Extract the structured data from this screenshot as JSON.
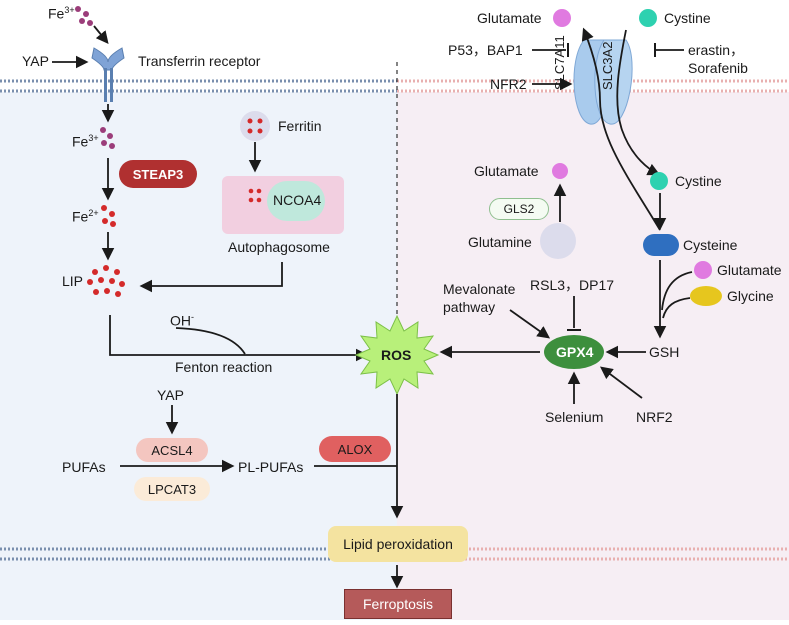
{
  "colors": {
    "left_panel_bg": "#eef3fa",
    "right_panel_bg": "#f6eef4",
    "membrane_left": "#7a8fae",
    "membrane_right": "#e8b0b0",
    "fe3_dot": "#9b3d7a",
    "fe2_dot": "#d42a2a",
    "steap3": "#b03030",
    "ferritin_bg": "#dcdcec",
    "autophagosome": "#f2cfe0",
    "ncoa4": "#bfe8dc",
    "ros_star": "#b8f07a",
    "gpx4": "#3d8f3d",
    "cystine_dot": "#2ed1b0",
    "glutamate_dot": "#e07ae0",
    "cysteine": "#2f6fc0",
    "glycine": "#e6c61e",
    "glutamine_dot": "#dcdcec",
    "gls2_border": "#8fbf8f",
    "acsl4": "#f4c6c0",
    "lpcat3": "#fbebd8",
    "alox": "#e06060",
    "lipid_box": "#f4e3a0",
    "ferroptosis_box": "#b55a5a"
  },
  "labels": {
    "fe3_top": "Fe",
    "fe3_top_sup": "3+",
    "yap_top": "YAP",
    "transferrin_receptor": "Transferrin receptor",
    "fe3_inner": "Fe",
    "fe3_inner_sup": "3+",
    "steap3": "STEAP3",
    "fe2": "Fe",
    "fe2_sup": "2+",
    "lip": "LIP",
    "ferritin": "Ferritin",
    "ncoa4": "NCOA4",
    "autophagosome": "Autophagosome",
    "oh": "OH",
    "oh_sup": "-",
    "fenton": "Fenton reaction",
    "ros": "ROS",
    "yap_mid": "YAP",
    "acsl4": "ACSL4",
    "pufas": "PUFAs",
    "lpcat3": "LPCAT3",
    "pl_pufas": "PL-PUFAs",
    "alox": "ALOX",
    "lipid_peroxidation": "Lipid peroxidation",
    "ferroptosis": "Ferroptosis",
    "glutamate_top": "Glutamate",
    "cystine_top": "Cystine",
    "p53_bap1": "P53，BAP1",
    "erastin": "erastin，",
    "sorafenib": "Sorafenib",
    "nfr2_top": "NFR2",
    "slc7a11": "SLC7A11",
    "slc3a2": "SLC3A2",
    "glutamate_mid": "Glutamate",
    "cystine_mid": "Cystine",
    "gls2": "GLS2",
    "glutamine": "Glutamine",
    "cysteine": "Cysteine",
    "glutamate_right": "Glutamate",
    "glycine": "Glycine",
    "mevalonate1": "Mevalonate",
    "mevalonate2": "pathway",
    "rsl3": "RSL3，DP17",
    "gpx4": "GPX4",
    "gsh": "GSH",
    "selenium": "Selenium",
    "nrf2_bottom": "NRF2"
  }
}
